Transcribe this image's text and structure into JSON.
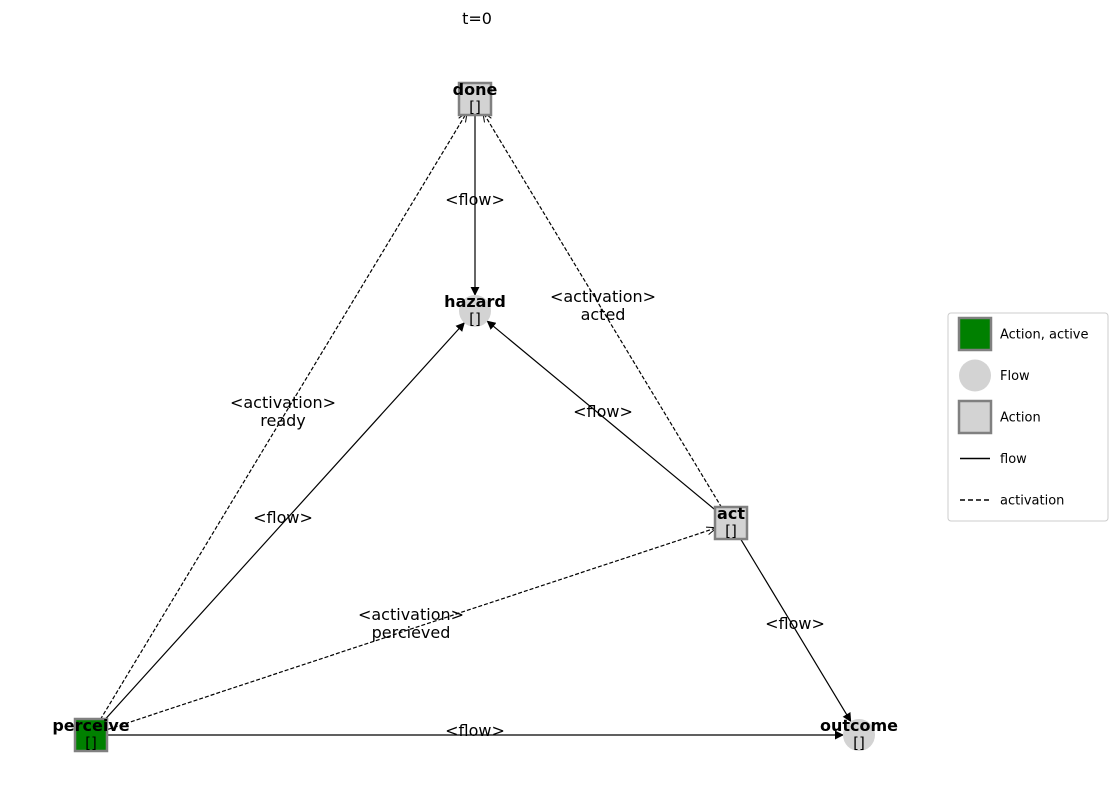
{
  "title": "t=0",
  "colors": {
    "action_active": "#008000",
    "action": "#d3d3d3",
    "flow": "#d3d3d3",
    "node_border": "#808080",
    "edge": "#000000"
  },
  "nodes": [
    {
      "id": "done",
      "name": "done",
      "state": "[]",
      "type": "action"
    },
    {
      "id": "hazard",
      "name": "hazard",
      "state": "[]",
      "type": "flow"
    },
    {
      "id": "act",
      "name": "act",
      "state": "[]",
      "type": "action"
    },
    {
      "id": "perceive",
      "name": "perceive",
      "state": "[]",
      "type": "action_active"
    },
    {
      "id": "outcome",
      "name": "outcome",
      "state": "[]",
      "type": "flow"
    }
  ],
  "edges": [
    {
      "id": "done-hazard",
      "from": "done",
      "to": "hazard",
      "kind": "flow",
      "label": [
        "<flow>"
      ]
    },
    {
      "id": "act-done",
      "from": "act",
      "to": "done",
      "kind": "activation",
      "label": [
        "<activation>",
        "acted"
      ]
    },
    {
      "id": "perceive-done",
      "from": "perceive",
      "to": "done",
      "kind": "activation",
      "label": [
        "<activation>",
        "ready"
      ]
    },
    {
      "id": "perceive-hazard",
      "from": "perceive",
      "to": "hazard",
      "kind": "flow",
      "label": [
        "<flow>"
      ]
    },
    {
      "id": "act-hazard",
      "from": "act",
      "to": "hazard",
      "kind": "flow",
      "label": [
        "<flow>"
      ]
    },
    {
      "id": "perceive-act",
      "from": "perceive",
      "to": "act",
      "kind": "activation",
      "label": [
        "<activation>",
        "percieved"
      ]
    },
    {
      "id": "act-outcome",
      "from": "act",
      "to": "outcome",
      "kind": "flow",
      "label": [
        "<flow>"
      ]
    },
    {
      "id": "perceive-outcome",
      "from": "perceive",
      "to": "outcome",
      "kind": "flow",
      "label": [
        "<flow>"
      ]
    }
  ],
  "legend": [
    {
      "symbol": "square-active",
      "label": "Action, active"
    },
    {
      "symbol": "circle",
      "label": "Flow"
    },
    {
      "symbol": "square",
      "label": "Action"
    },
    {
      "symbol": "solid-line",
      "label": "flow"
    },
    {
      "symbol": "dashed-line",
      "label": "activation"
    }
  ]
}
